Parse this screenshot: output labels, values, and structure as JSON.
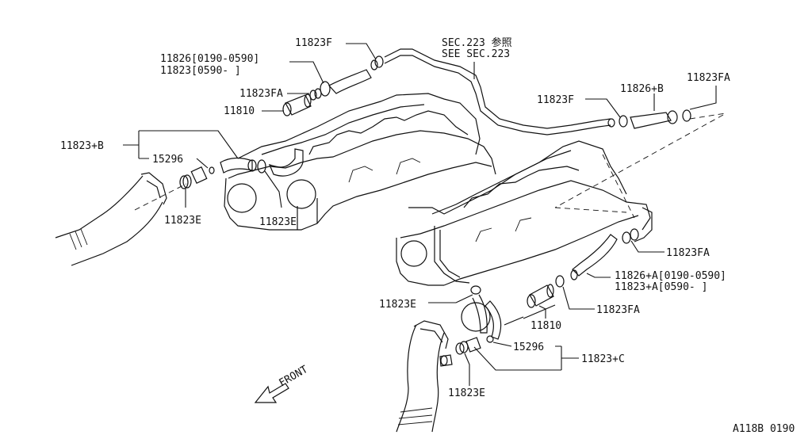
{
  "labels": {
    "p11823F_top": "11823F",
    "p11826_range1": "11826[0190-0590]",
    "p11823_range2": "11823[0590-     ]",
    "p11823FA_left": "11823FA",
    "p11810_left": "11810",
    "p11823B": "11823+B",
    "p15296_left": "15296",
    "p11823E_left": "11823E",
    "p11823E_mid": "11823E",
    "sec_jp": "SEC.223 参照",
    "sec_en": "SEE SEC.223",
    "p11823F_right": "11823F",
    "p11826B": "11826+B",
    "p11823FA_topright": "11823FA",
    "p11823FA_right1": "11823FA",
    "p11826A_range1": "11826+A[0190-0590]",
    "p11823A_range2": "11823+A[0590-     ]",
    "p11823E_lower": "11823E",
    "p11810_right": "11810",
    "p11823FA_right2": "11823FA",
    "p15296_right": "15296",
    "p11823C": "11823+C",
    "p11823E_bottom": "11823E",
    "front": "FRONT",
    "diagram_code": "A118B 0190"
  }
}
